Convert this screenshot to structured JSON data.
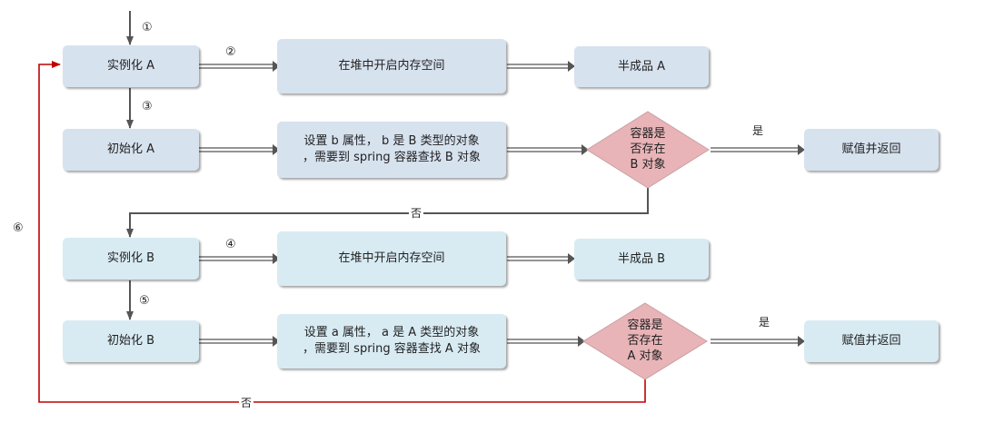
{
  "nodes": {
    "inst_a": "实例化 A",
    "heap_a": "在堆中开启内存空间",
    "semi_a": "半成品 A",
    "init_a": "初始化 A",
    "set_b": [
      "设置 b 属性， b 是 B 类型的对象",
      "，需要到 spring 容器查找 B 对象"
    ],
    "check_b": [
      "容器是",
      "否存在",
      "B 对象"
    ],
    "ret_1": "赋值并返回",
    "inst_b": "实例化 B",
    "heap_b": "在堆中开启内存空间",
    "semi_b": "半成品 B",
    "init_b": "初始化 B",
    "set_a": [
      "设置 a 属性， a 是 A 类型的对象",
      "，需要到 spring 容器查找 A 对象"
    ],
    "check_a": [
      "容器是",
      "否存在",
      "A 对象"
    ],
    "ret_2": "赋值并返回"
  },
  "labels": {
    "yes": "是",
    "no": "否"
  },
  "steps": {
    "s1": "①",
    "s2": "②",
    "s3": "③",
    "s4": "④",
    "s5": "⑤",
    "s6": "⑥"
  },
  "colors": {
    "box_a": "#d7e2ef",
    "box_b": "#d8ebf3",
    "diamond": "#e8b4b8",
    "arrow": "#555555",
    "loop": "#c00000"
  }
}
